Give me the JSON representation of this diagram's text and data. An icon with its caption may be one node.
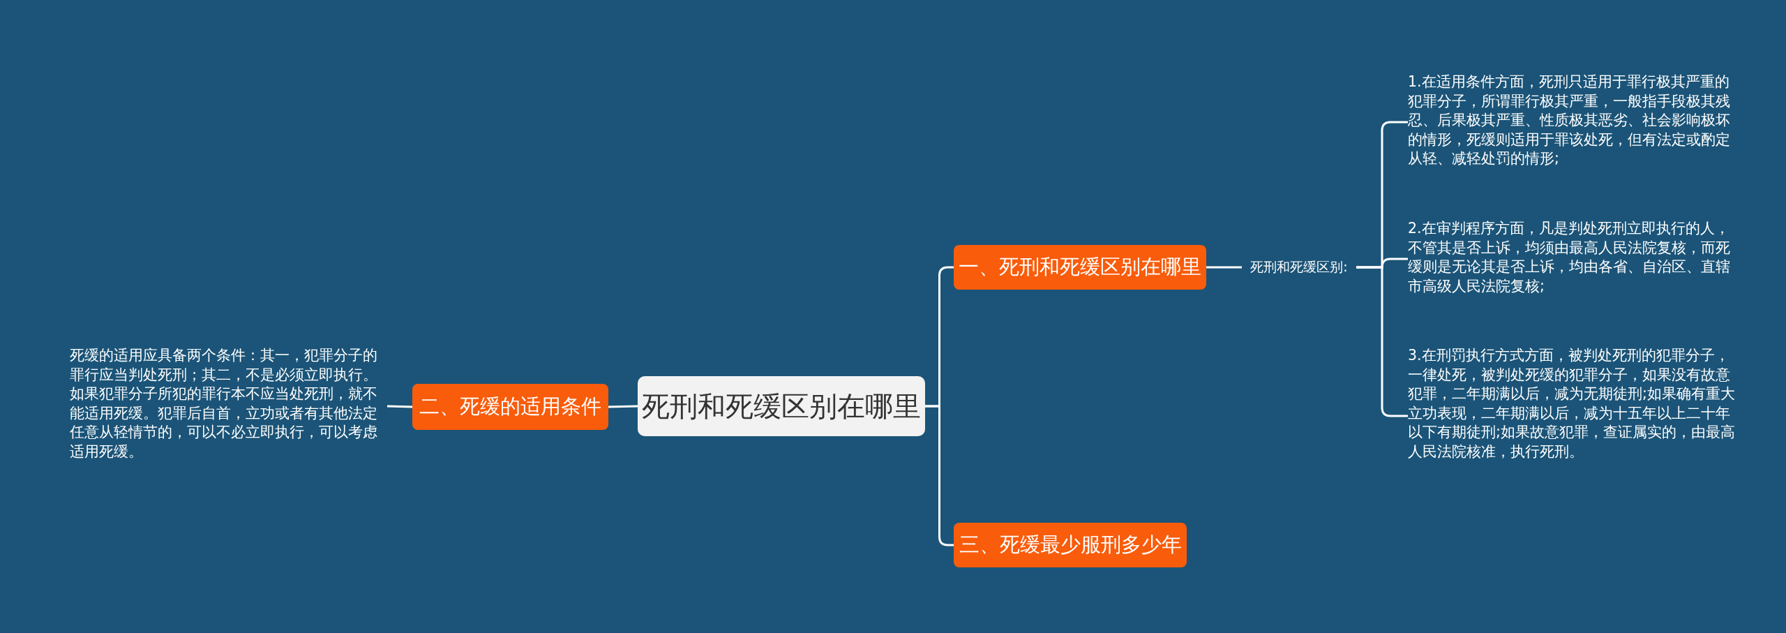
{
  "diagram": {
    "nodes": [
      {
        "text": [
          "死刑和死缓区别在哪里"
        ]
      },
      {
        "text": [
          "一、死刑和死缓区别在哪里"
        ]
      },
      {
        "text": [
          "死刑和死缓区别:"
        ]
      },
      {
        "text": [
          "1.在适用条件方面，死刑只适用于罪行极其严重的犯罪分子，所谓罪行极其严重，一般指手段极其残忍、后果极其严重、性质极其恶劣、社会影响极坏的情形，死缓则适用于罪该处死，但有法定或酌定从轻、减轻处罚的情形;"
        ]
      },
      {
        "text": [
          "2.在审判程序方面，凡是判处死刑立即执行的人，不管其是否上诉，均须由最高人民法院复核，而死缓则是无论其是否上诉，均由各省、自治区、直辖市高级人民法院复核;"
        ]
      },
      {
        "text": [
          "3.在刑罚执行方式方面，被判处死刑的犯罪分子，一律处死，被判处死缓的犯罪分子，如果没有故意犯罪，二年期满以后，减为无期徒刑;如果确有重大立功表现，二年期满以后，减为十五年以上二十年以下有期徒刑;如果故意犯罪，查证属实的，由最高人民法院核准，执行死刑。"
        ]
      },
      {
        "text": [
          "二、死缓的适用条件"
        ]
      },
      {
        "text": [
          "死缓的适用应具备两个条件：其一，犯罪分子的罪行应当判处死刑；其二，不是必须立即执行。如果犯罪分子所犯的罪行本不应当处死刑，就不能适用死缓。犯罪后自首，立功或者有其他法定任意从轻情节的，可以不必立即执行，可以考虑适用死缓。"
        ]
      },
      {
        "text": [
          "三、死缓最少服刑多少年"
        ]
      }
    ],
    "edges": [
      {
        "from": 0,
        "to": 1,
        "arrow": "none"
      },
      {
        "from": 1,
        "to": 2,
        "arrow": "none"
      },
      {
        "from": 2,
        "to": 3,
        "arrow": "none"
      },
      {
        "from": 2,
        "to": 4,
        "arrow": "none"
      },
      {
        "from": 2,
        "to": 5,
        "arrow": "none"
      },
      {
        "from": 0,
        "to": 6,
        "arrow": "none"
      },
      {
        "from": 6,
        "to": 7,
        "arrow": "none"
      },
      {
        "from": 0,
        "to": 8,
        "arrow": "none"
      }
    ]
  }
}
